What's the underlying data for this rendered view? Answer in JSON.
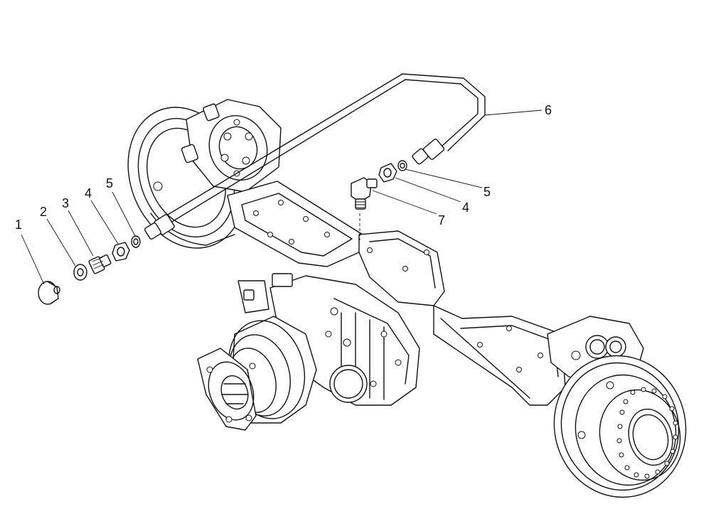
{
  "callouts": {
    "c1": "1",
    "c2": "2",
    "c3": "3",
    "c4_left": "4",
    "c5_left": "5",
    "c6": "6",
    "c5_right": "5",
    "c4_right": "4",
    "c7": "7"
  }
}
